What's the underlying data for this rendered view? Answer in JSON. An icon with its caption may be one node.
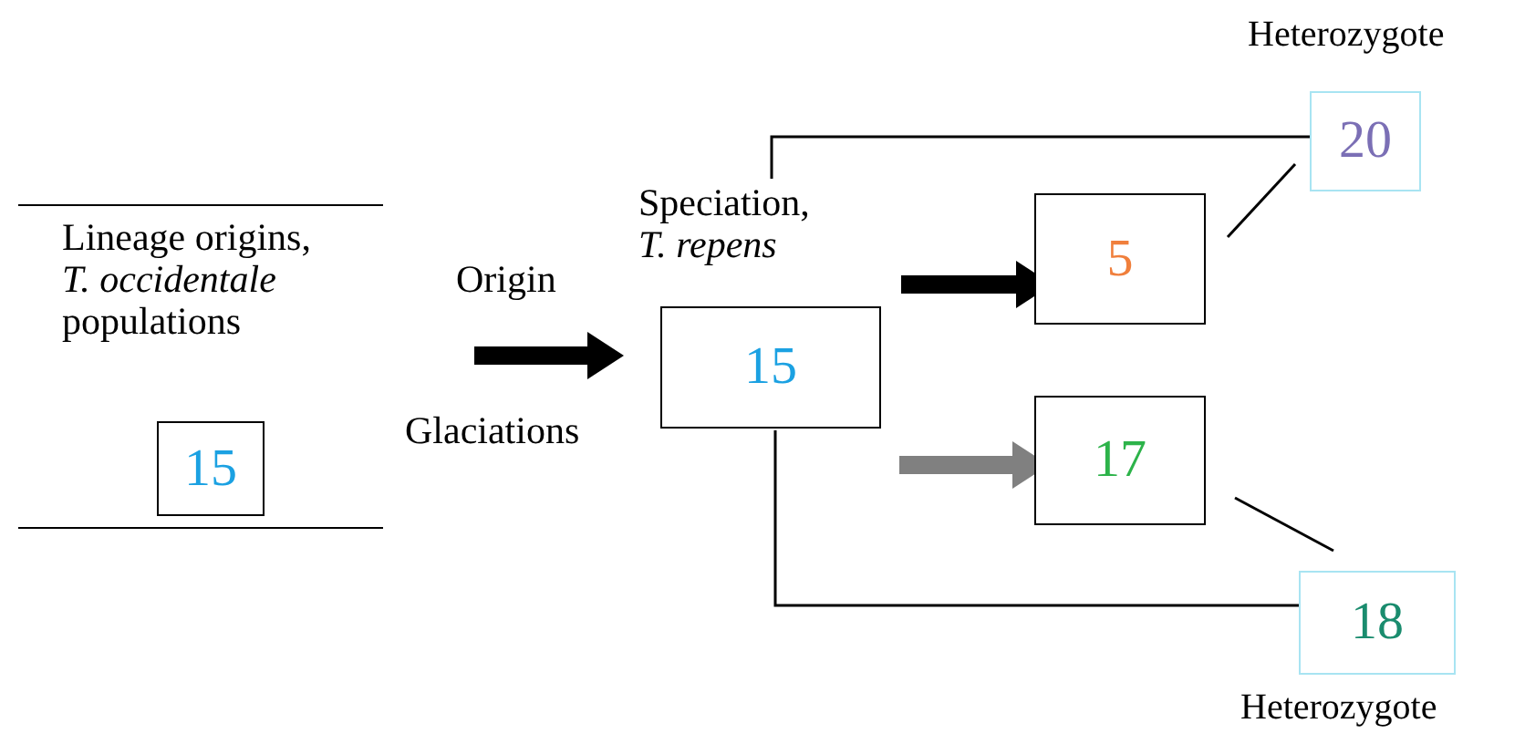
{
  "diagram": {
    "nodes": [
      {
        "text": [
          "Lineage origins, *T. occidentale* populations"
        ]
      },
      {
        "text": [
          "15"
        ],
        "in": 0
      },
      {
        "text": [
          "Speciation, *T. repens*",
          "15"
        ]
      },
      {
        "text": [
          "5"
        ]
      },
      {
        "text": [
          "17"
        ]
      },
      {
        "text": [
          "20"
        ],
        "beside": [
          "Heterozygote"
        ]
      },
      {
        "text": [
          "18"
        ],
        "beside": [
          "Heterozygote"
        ]
      }
    ],
    "edges": [
      {
        "from": 0,
        "to": 2,
        "arrow": "to",
        "label": "Origin",
        "style": "thick"
      },
      {
        "from": 2,
        "to": 3,
        "arrow": "to",
        "style": "thick"
      },
      {
        "from": 2,
        "to": 4,
        "arrow": "to",
        "style": "thick",
        "color": "#808080"
      },
      {
        "from": 2,
        "to": 5,
        "arrow": "none"
      },
      {
        "from": 2,
        "to": 6,
        "arrow": "none"
      },
      {
        "from": 3,
        "to": 5,
        "arrow": "none"
      },
      {
        "from": 4,
        "to": 6,
        "arrow": "none"
      }
    ],
    "labels": [
      "Glaciations"
    ]
  }
}
